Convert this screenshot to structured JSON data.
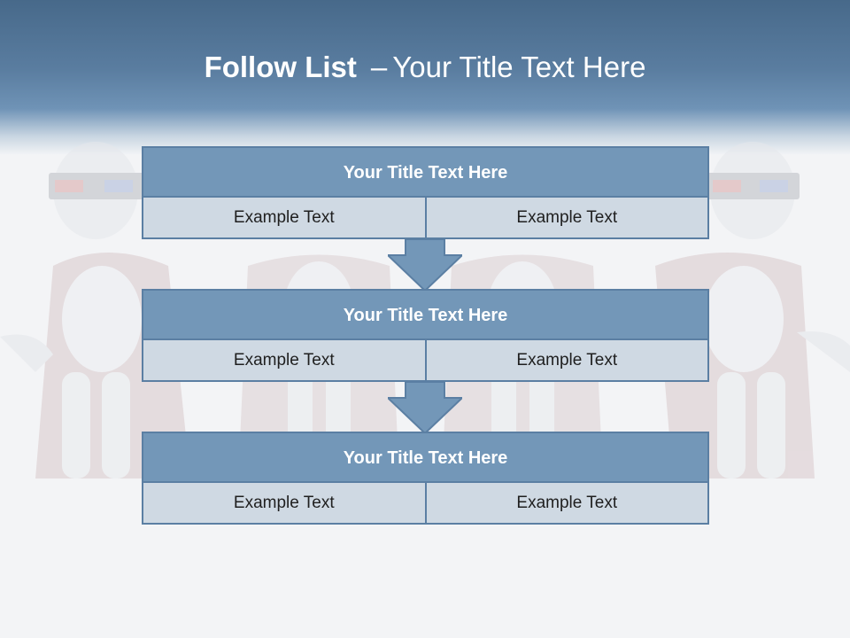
{
  "title": {
    "bold": "Follow List",
    "separator": "–",
    "rest": "Your Title Text Here"
  },
  "steps": [
    {
      "title": "Your Title Text Here",
      "cells": [
        "Example Text",
        "Example Text"
      ]
    },
    {
      "title": "Your Title Text Here",
      "cells": [
        "Example Text",
        "Example Text"
      ]
    },
    {
      "title": "Your Title Text Here",
      "cells": [
        "Example Text",
        "Example Text"
      ]
    }
  ],
  "colors": {
    "header": "#47698a",
    "box_title": "#7397b8",
    "box_cell": "#cfd9e3",
    "border": "#5b7fa3",
    "arrow": "#7397b8"
  },
  "icons": [
    "figure-with-3d-glasses",
    "armchair",
    "down-arrow"
  ]
}
